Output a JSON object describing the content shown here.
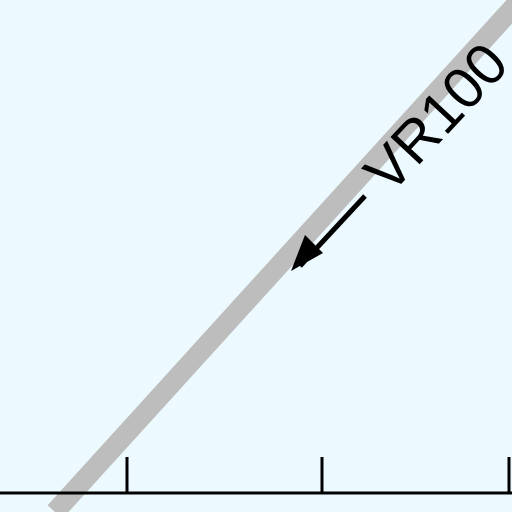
{
  "map": {
    "background_color": "#ECFAFF",
    "route": {
      "label": "VR100",
      "line_color": "#BDBDBD",
      "direction": "southwest",
      "arrow_color": "#000000"
    },
    "scale_bar": {
      "color": "#000000",
      "tick_count": 4
    }
  }
}
